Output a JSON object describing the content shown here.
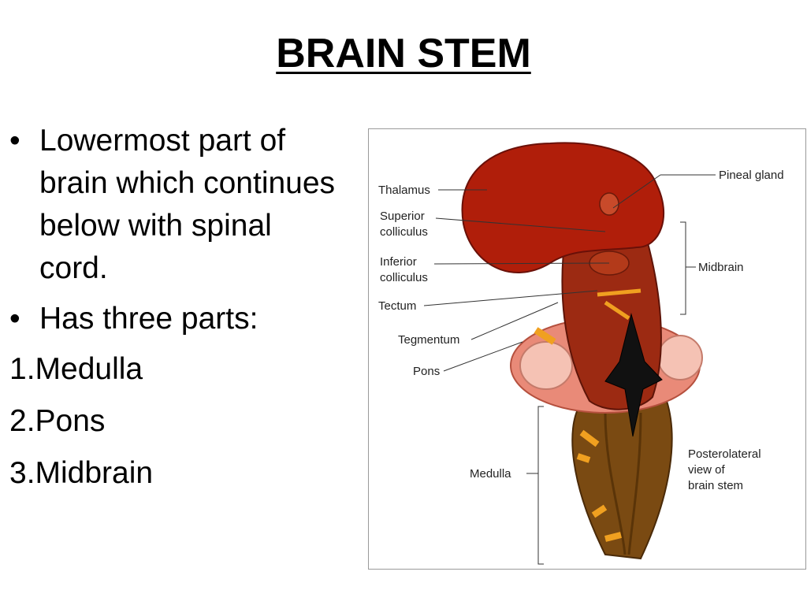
{
  "slide": {
    "title": "BRAIN STEM",
    "bullets": [
      "Lowermost part of brain which continues below with spinal cord.",
      "Has three parts:"
    ],
    "numbered": [
      "1.Medulla",
      "2.Pons",
      "3.Midbrain"
    ]
  },
  "figure": {
    "labels": {
      "thalamus": "Thalamus",
      "superior_colliculus_1": "Superior",
      "superior_colliculus_2": "colliculus",
      "inferior_colliculus_1": "Inferior",
      "inferior_colliculus_2": "colliculus",
      "tectum": "Tectum",
      "tegmentum": "Tegmentum",
      "pons": "Pons",
      "medulla": "Medulla",
      "pineal_gland": "Pineal gland",
      "midbrain": "Midbrain",
      "caption_1": "Posterolateral",
      "caption_2": "view of",
      "caption_3": "brain stem"
    }
  }
}
